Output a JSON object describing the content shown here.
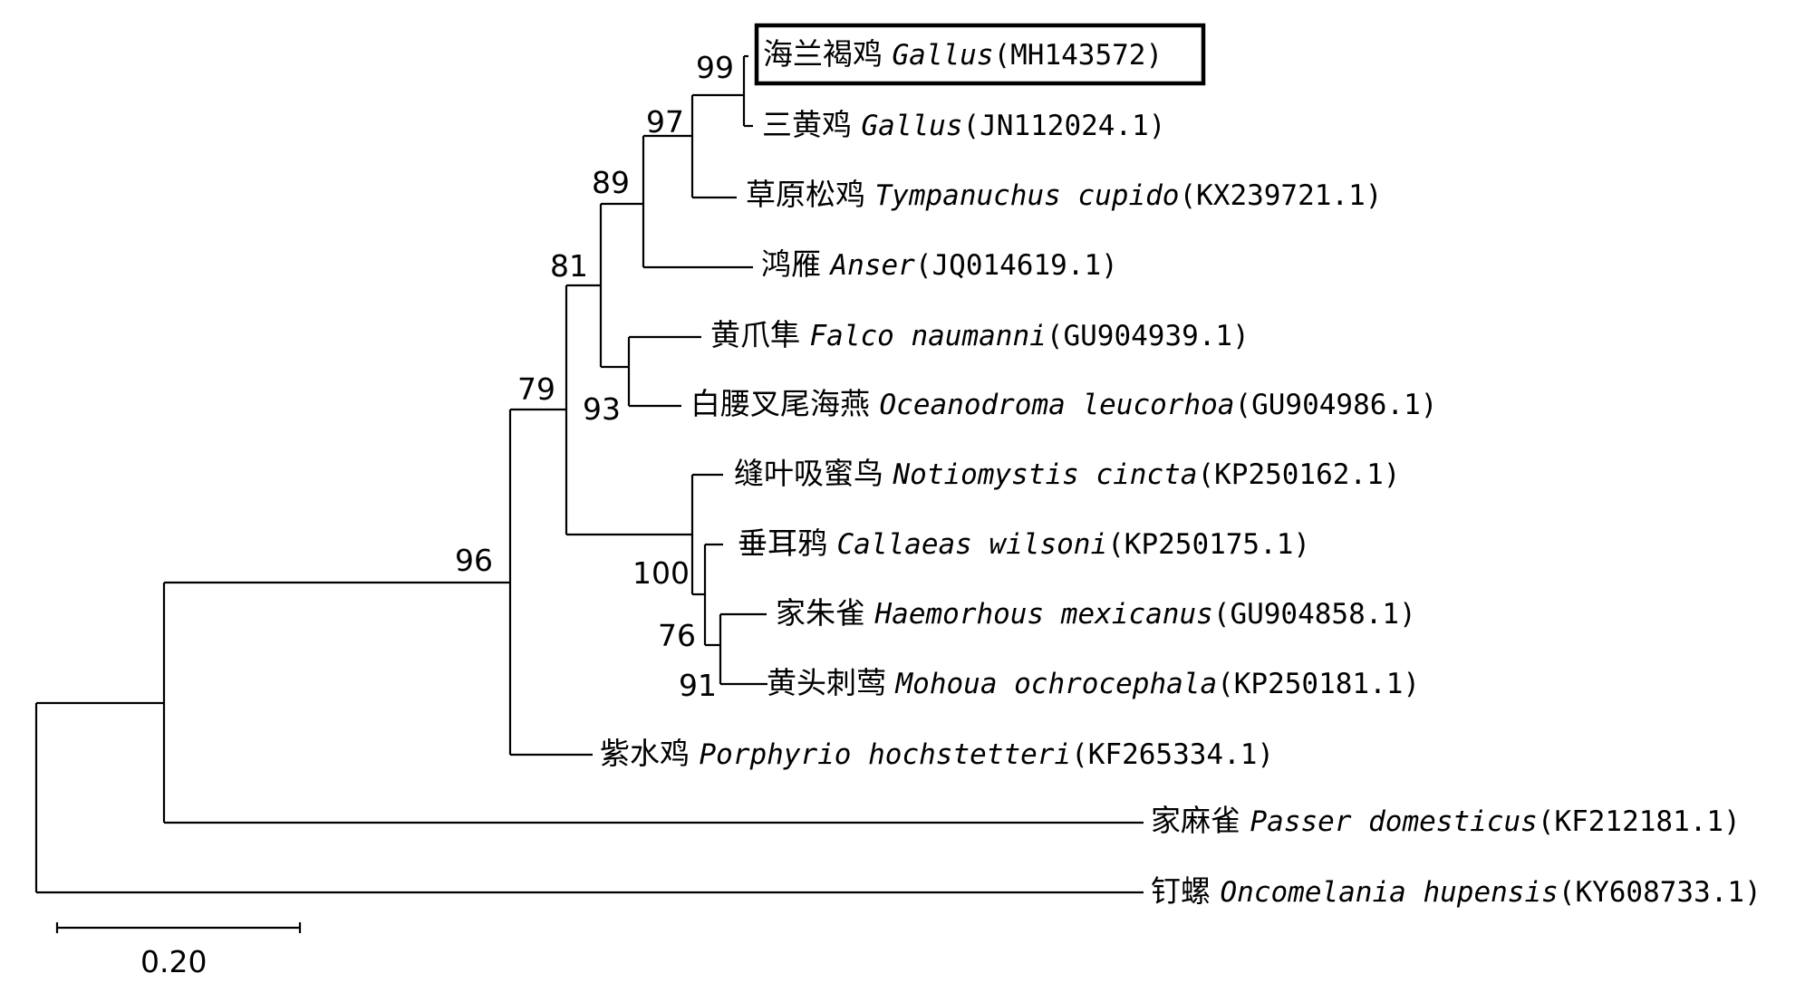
{
  "tree": {
    "taxa": [
      {
        "id": "t1",
        "common": "海兰褐鸡",
        "sci": "Gallus",
        "acc": "(MH143572)",
        "highlighted": true
      },
      {
        "id": "t2",
        "common": "三黄鸡",
        "sci": "Gallus",
        "acc": "(JN112024.1)"
      },
      {
        "id": "t3",
        "common": "草原松鸡",
        "sci": "Tympanuchus cupido",
        "acc": "(KX239721.1)"
      },
      {
        "id": "t4",
        "common": "鸿雁",
        "sci": "Anser",
        "acc": "(JQ014619.1)"
      },
      {
        "id": "t5",
        "common": "黄爪隼",
        "sci": "Falco naumanni",
        "acc": "(GU904939.1)"
      },
      {
        "id": "t6",
        "common": "白腰叉尾海燕",
        "sci": "Oceanodroma leucorhoa",
        "acc": "(GU904986.1)"
      },
      {
        "id": "t7",
        "common": "缝叶吸蜜鸟",
        "sci": "Notiomystis cincta",
        "acc": "(KP250162.1)"
      },
      {
        "id": "t8",
        "common": "垂耳鸦",
        "sci": "Callaeas wilsoni",
        "acc": "(KP250175.1)"
      },
      {
        "id": "t9",
        "common": "家朱雀",
        "sci": "Haemorhous mexicanus",
        "acc": "(GU904858.1)"
      },
      {
        "id": "t10",
        "common": "黄头刺莺",
        "sci": "Mohoua ochrocephala",
        "acc": "(KP250181.1)"
      },
      {
        "id": "t11",
        "common": "紫水鸡",
        "sci": "Porphyrio hochstetteri",
        "acc": "(KF265334.1)"
      },
      {
        "id": "t12",
        "common": "家麻雀",
        "sci": "Passer domesticus",
        "acc": "(KF212181.1)"
      },
      {
        "id": "t13",
        "common": "钉螺",
        "sci": "Oncomelania hupensis",
        "acc": "(KY608733.1)"
      }
    ],
    "bootstrap": [
      {
        "node": "n_t1_t2",
        "value": "99"
      },
      {
        "node": "n_t1_t3",
        "value": "97"
      },
      {
        "node": "n_t1_t4",
        "value": "89"
      },
      {
        "node": "n_t5_t6",
        "value": "93"
      },
      {
        "node": "n_t1_t6",
        "value": "81"
      },
      {
        "node": "n_t9_t10",
        "value": "91"
      },
      {
        "node": "n_t8_t10",
        "value": "76"
      },
      {
        "node": "n_t7_t10",
        "value": "100"
      },
      {
        "node": "n_t1_t10",
        "value": "79"
      },
      {
        "node": "n_t1_t11",
        "value": "96"
      }
    ],
    "scale_bar": {
      "label": "0.20"
    }
  }
}
